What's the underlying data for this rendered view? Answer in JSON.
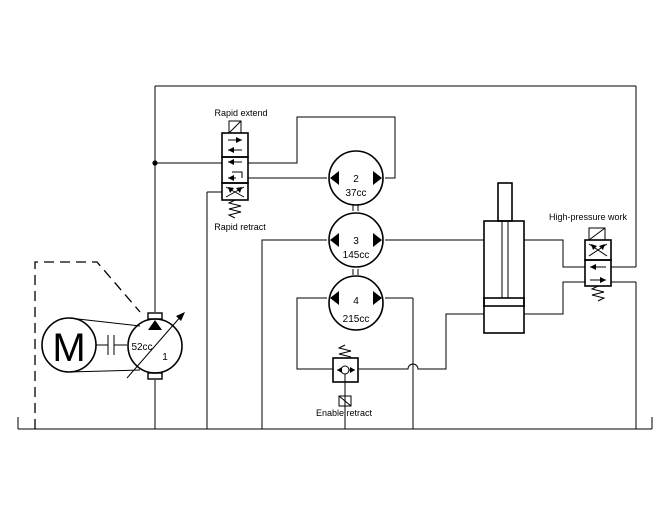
{
  "motor": {
    "letter": "M"
  },
  "pump": {
    "displacement": "52cc",
    "number": "1"
  },
  "motors": [
    {
      "number": "2",
      "displacement": "37cc"
    },
    {
      "number": "3",
      "displacement": "145cc"
    },
    {
      "number": "4",
      "displacement": "215cc"
    }
  ],
  "valves": {
    "rapid_extend": "Rapid extend",
    "rapid_retract": "Rapid retract",
    "high_pressure_work": "High-pressure work",
    "enable_retract": "Enable retract"
  }
}
